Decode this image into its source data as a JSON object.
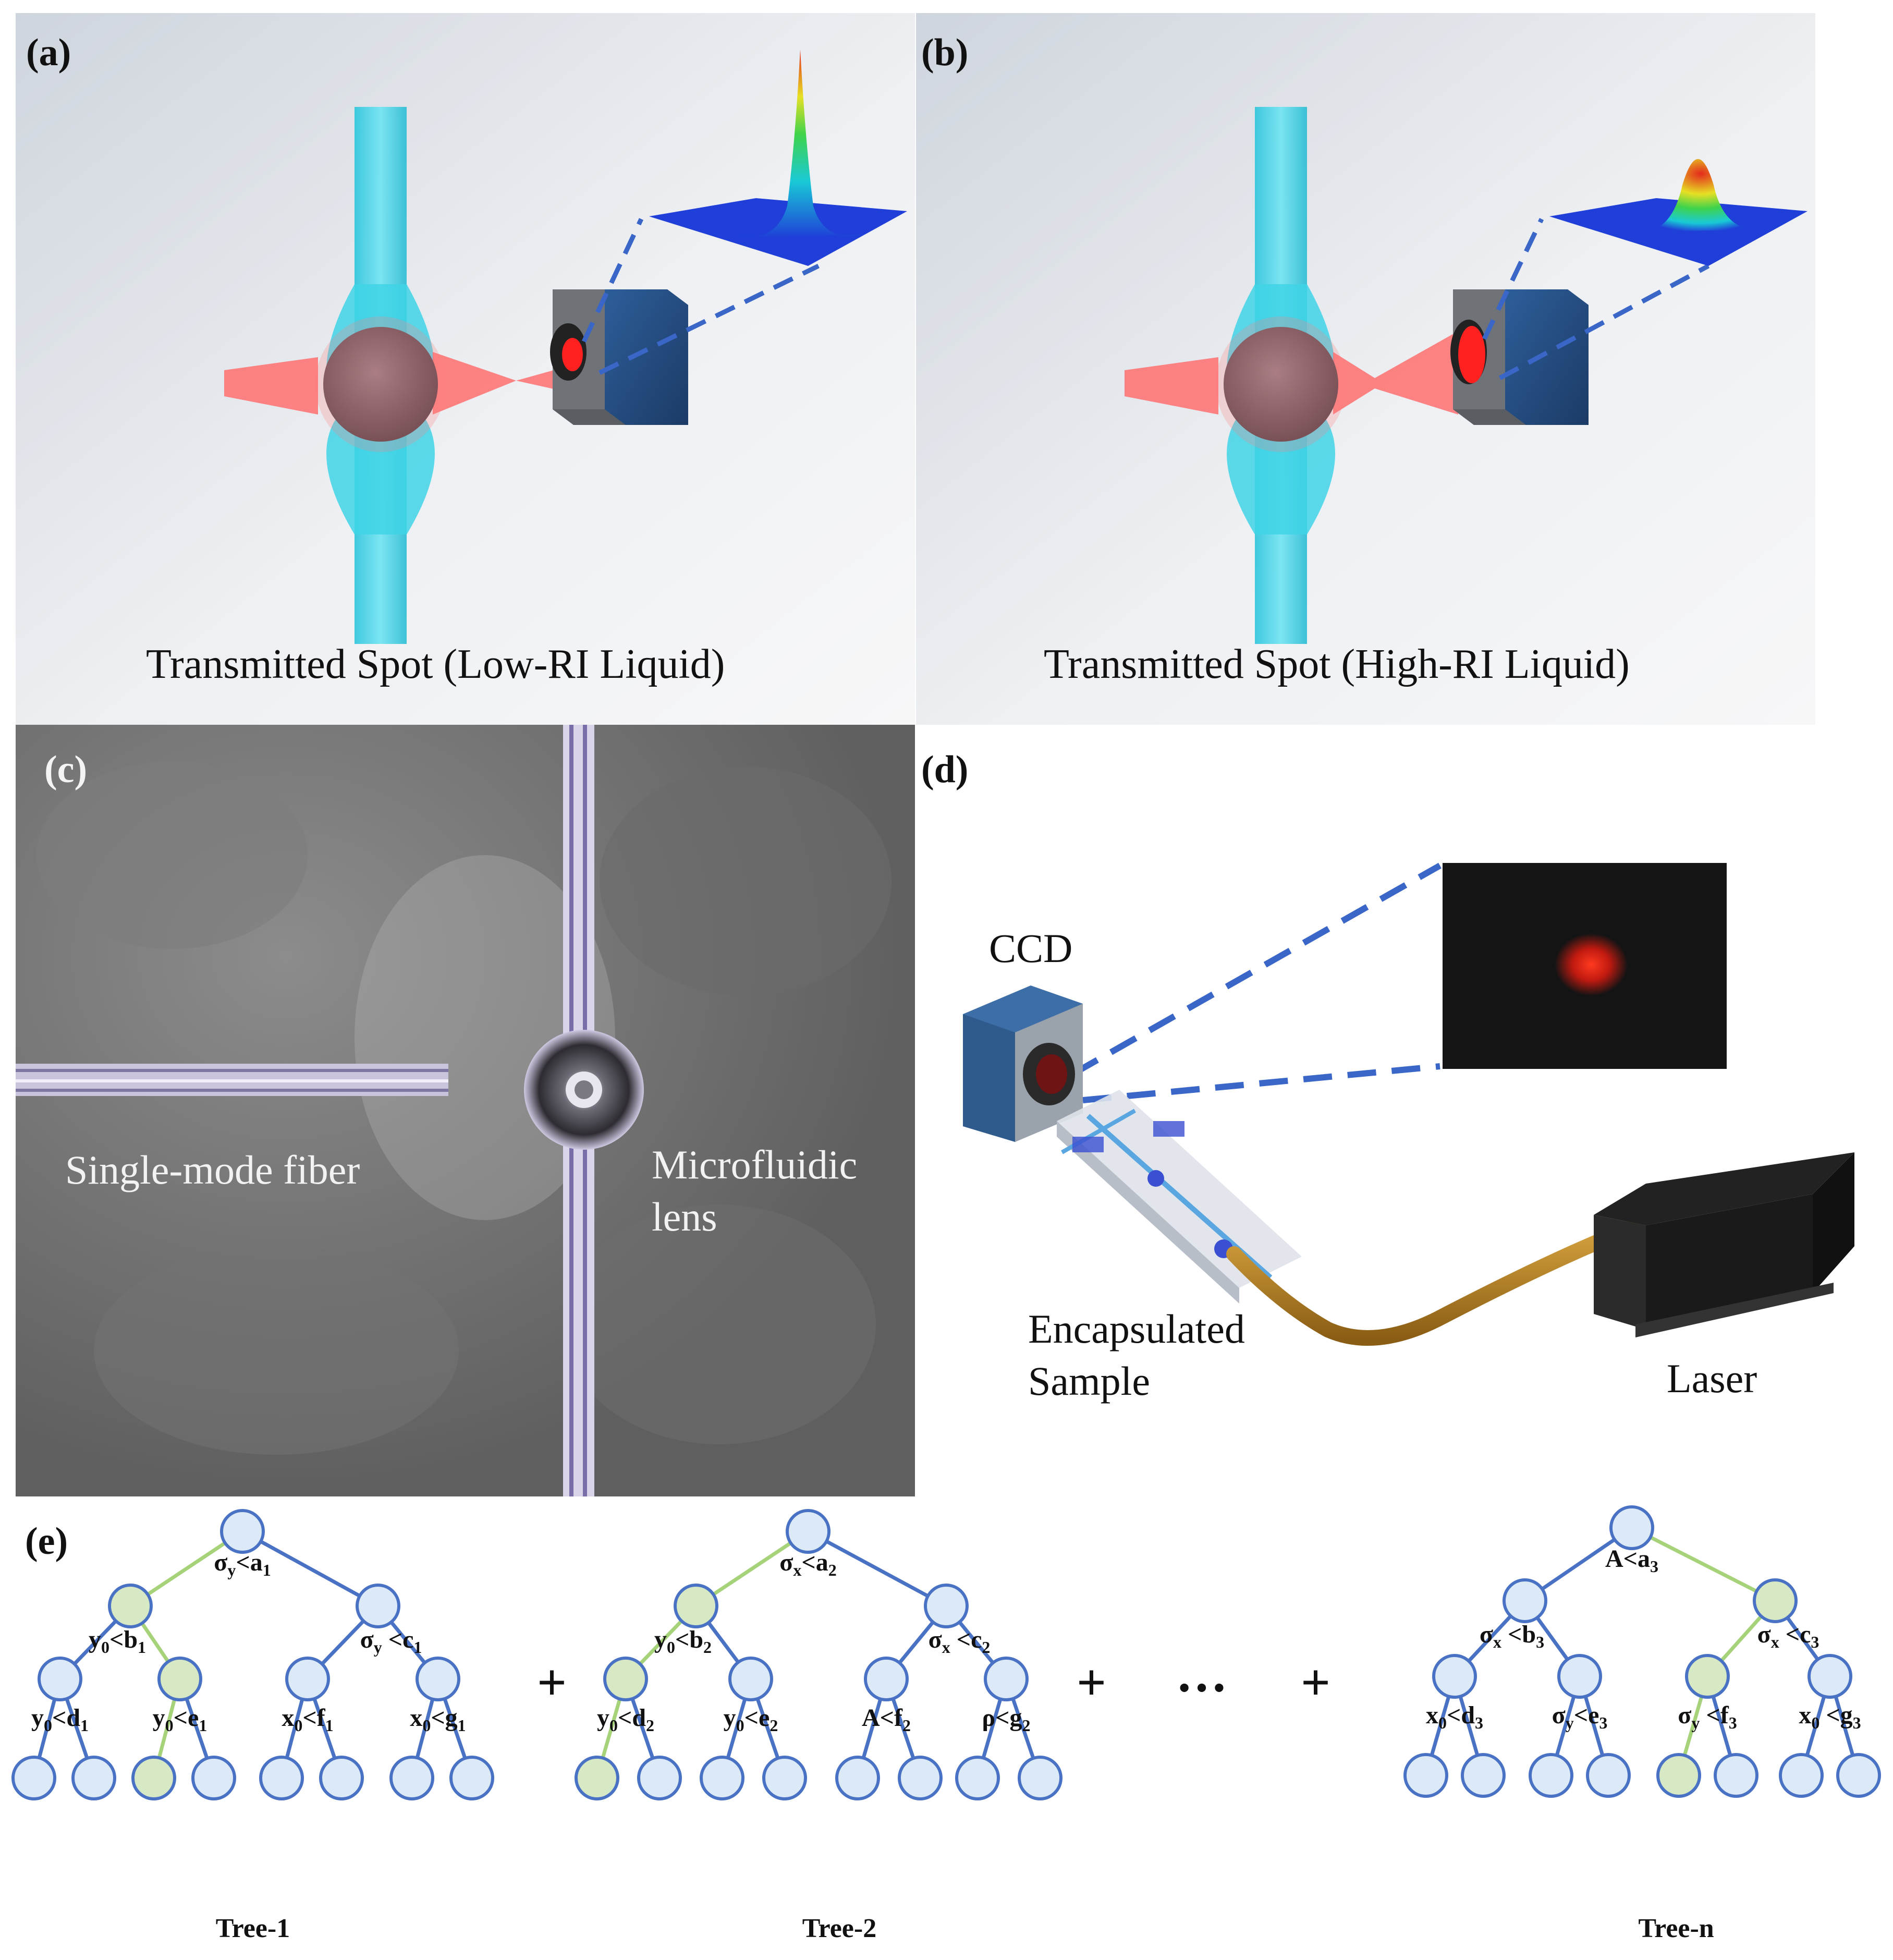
{
  "panels": {
    "a": {
      "label": "(a)",
      "caption": "Transmitted Spot (Low-RI Liquid)"
    },
    "b": {
      "label": "(b)",
      "caption": "Transmitted Spot (High-RI Liquid)"
    },
    "c": {
      "label": "(c)",
      "fiber_label": "Single-mode fiber",
      "lens_label_line1": "Microfluidic",
      "lens_label_line2": "lens"
    },
    "d": {
      "label": "(d)",
      "ccd_label": "CCD",
      "sample_label_line1": "Encapsulated",
      "sample_label_line2": "Sample",
      "laser_label": "Laser"
    },
    "e": {
      "label": "(e)",
      "operators": [
        "+",
        "+",
        "···",
        "+"
      ],
      "trees": [
        {
          "name": "Tree-1",
          "root": {
            "var": "σ",
            "sub": "y",
            "rest": "<a",
            "rsub": "1"
          },
          "level2": [
            {
              "var": "y",
              "sub": "0",
              "rest": "<b",
              "rsub": "1"
            },
            {
              "var": "σ",
              "sub": "y",
              "rest": " <c",
              "rsub": "1"
            }
          ],
          "level3": [
            {
              "var": "y",
              "sub": "0",
              "rest": "<d",
              "rsub": "1"
            },
            {
              "var": "y",
              "sub": "0",
              "rest": "<e",
              "rsub": "1"
            },
            {
              "var": "x",
              "sub": "0",
              "rest": "<f",
              "rsub": "1"
            },
            {
              "var": "x",
              "sub": "0",
              "rest": "<g",
              "rsub": "1"
            }
          ]
        },
        {
          "name": "Tree-2",
          "root": {
            "var": "σ",
            "sub": "x",
            "rest": "<a",
            "rsub": "2"
          },
          "level2": [
            {
              "var": "y",
              "sub": "0",
              "rest": "<b",
              "rsub": "2"
            },
            {
              "var": "σ",
              "sub": "x",
              "rest": " <c",
              "rsub": "2"
            }
          ],
          "level3": [
            {
              "var": "y",
              "sub": "0",
              "rest": "<d",
              "rsub": "2"
            },
            {
              "var": "y",
              "sub": "0",
              "rest": "<e",
              "rsub": "2"
            },
            {
              "var": "A",
              "sub": "",
              "rest": "<f",
              "rsub": "2"
            },
            {
              "var": "ρ",
              "sub": "",
              "rest": "<g",
              "rsub": "2"
            }
          ]
        },
        {
          "name": "Tree-n",
          "root": {
            "var": "A",
            "sub": "",
            "rest": "<a",
            "rsub": "3"
          },
          "level2": [
            {
              "var": "σ",
              "sub": "x",
              "rest": " <b",
              "rsub": "3"
            },
            {
              "var": "σ",
              "sub": "x",
              "rest": " <c",
              "rsub": "3"
            }
          ],
          "level3": [
            {
              "var": "x",
              "sub": "0",
              "rest": "<d",
              "rsub": "3"
            },
            {
              "var": "σ",
              "sub": "y",
              "rest": "<e",
              "rsub": "3"
            },
            {
              "var": "σ",
              "sub": "y",
              "rest": " <f",
              "rsub": "3"
            },
            {
              "var": "x",
              "sub": "0",
              "rest": " <g",
              "rsub": "3"
            }
          ]
        }
      ]
    }
  },
  "colors": {
    "node_fill": "#dce9f6",
    "node_path_fill": "#d7e8c4",
    "edge_blue": "#4a72c4",
    "edge_green": "#a6d27a",
    "fluid_cyan": "#3fd3e6",
    "beam_red": "#ff6f6f",
    "dash_blue": "#3a66c8"
  }
}
